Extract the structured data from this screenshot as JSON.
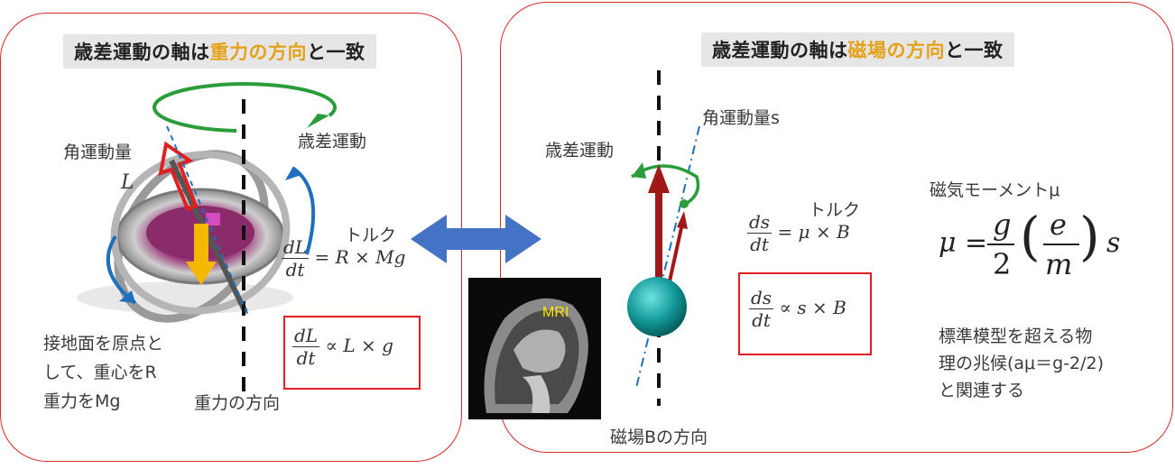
{
  "left": {
    "title_pre": "歳差運動の軸は",
    "title_hl": "重力の方向",
    "title_post": "と一致",
    "angular_momentum_label": "角運動量",
    "angular_momentum_symbol": "L",
    "precession_label": "歳差運動",
    "torque_label": "トルク",
    "eq1_lhs_num": "dL",
    "eq1_lhs_den": "dt",
    "eq1_rhs": "= R × Mg",
    "eq2_lhs_num": "dL",
    "eq2_lhs_den": "dt",
    "eq2_rhs": "∝ L × g",
    "note_line1": "接地面を原点と",
    "note_line2": "して、重心をR",
    "note_line3": "重力をMg",
    "gravity_direction": "重力の方向"
  },
  "right": {
    "title_pre": "歳差運動の軸は",
    "title_hl": "磁場の方向",
    "title_post": "と一致",
    "angular_momentum_label": "角運動量s",
    "precession_label": "歳差運動",
    "torque_label": "トルク",
    "eq1_lhs_num": "ds",
    "eq1_lhs_den": "dt",
    "eq1_rhs": "= μ × B",
    "eq2_lhs_num": "ds",
    "eq2_lhs_den": "dt",
    "eq2_rhs": "∝ s × B",
    "magnetic_moment_label": "磁気モーメントμ",
    "mu_formula_lhs": "μ =",
    "mu_formula_g": "g",
    "mu_formula_2": "2",
    "mu_formula_e": "e",
    "mu_formula_m": "m",
    "mu_formula_s": "s",
    "beyond_line1": "標準模型を超える物",
    "beyond_line2": "理の兆候(aμ＝g-2/2)",
    "beyond_line3": "と関連する",
    "field_direction": "磁場Bの方向"
  },
  "mri_label": "MRI",
  "colors": {
    "border": "#d62b2b",
    "highlight": "#e3a21a",
    "arrow_blue": "#4472c4",
    "sphere": "#1aa3a3",
    "green": "#2a9d3a"
  }
}
